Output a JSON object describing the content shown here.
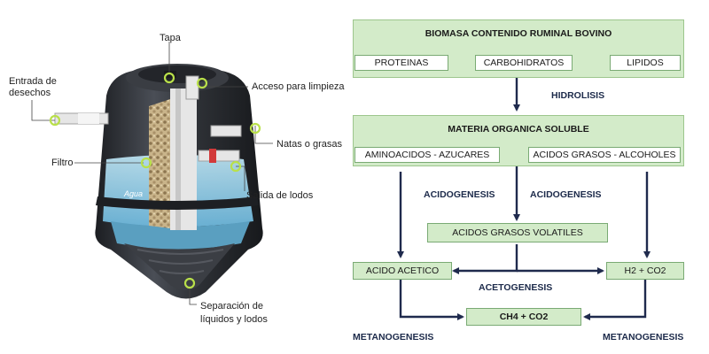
{
  "tank_labels": {
    "tapa": "Tapa",
    "entrada": "Entrada de\ndesechos",
    "acceso": "Acceso para limpieza",
    "natas": "Natas o grasas",
    "filtro": "Filtro",
    "salida": "Salida de lodos",
    "agua": "Agua",
    "separacion": "Separación de\nlíquidos y lodos"
  },
  "flow": {
    "top_box_title": "BIOMASA CONTENIDO RUMINAL BOVINO",
    "top_items": [
      "PROTEINAS",
      "CARBOHIDRATOS",
      "LIPIDOS"
    ],
    "step_hidrolisis": "HIDROLISIS",
    "mid_box_title": "MATERIA ORGANICA SOLUBLE",
    "mid_items": [
      "AMINOACIDOS - AZUCARES",
      "ACIDOS GRASOS - ALCOHOLES"
    ],
    "step_acidogenesis_left": "ACIDOGENESIS",
    "step_acidogenesis_center": "ACIDOGENESIS",
    "volatiles": "ACIDOS GRASOS VOLATILES",
    "acetico": "ACIDO ACETICO",
    "h2co2": "H2 + CO2",
    "step_acetogenesis": "ACETOGENESIS",
    "ch4co2": "CH4 + CO2",
    "step_metanogenesis_left": "METANOGENESIS",
    "step_metanogenesis_right": "METANOGENESIS"
  },
  "colors": {
    "box_fill": "#d3ebc9",
    "box_border": "#9dc68d",
    "arrow": "#1f2a4d",
    "callout_green": "#b9e04a",
    "tank_dark": "#2b2e33",
    "water": "#9fd6ec"
  }
}
